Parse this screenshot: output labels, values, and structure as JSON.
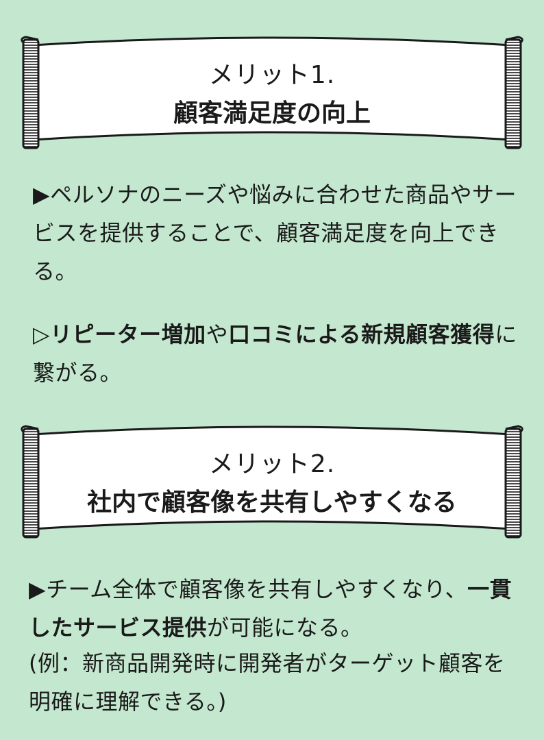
{
  "section1": {
    "subtitle": "メリット1.",
    "title": "顧客満足度の向上",
    "p1": "▶ペルソナのニーズや悩みに合わせた商品やサービスを提供することで、顧客満足度を向上できる。",
    "p2_prefix": "▷",
    "p2_bold1": "リピーター増加",
    "p2_mid": "や",
    "p2_bold2": "口コミによる新規顧客獲得",
    "p2_suffix": "に繋がる。"
  },
  "section2": {
    "subtitle": "メリット2.",
    "title": "社内で顧客像を共有しやすくなる",
    "p1_text": "▶チーム全体で顧客像を共有しやすくなり、",
    "p1_bold": "一貫したサービス提供",
    "p1_suffix": "が可能になる。",
    "p2": "(例：新商品開発時に開発者がターゲット顧客を明確に理解できる。)"
  },
  "colors": {
    "background": "#c4e8cf",
    "banner_fill": "#ffffff",
    "stroke": "#1a1a1a"
  }
}
